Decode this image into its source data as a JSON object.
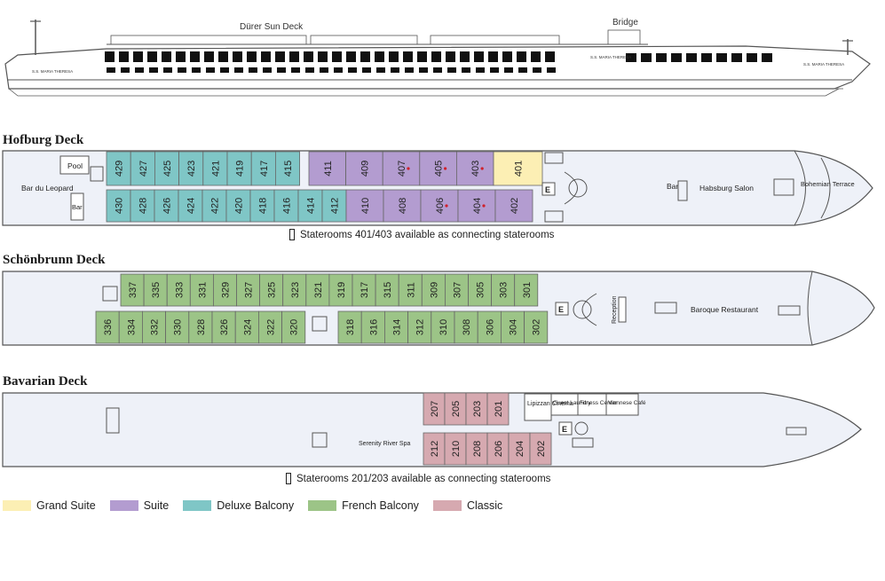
{
  "colors": {
    "grand_suite": "#fcefb4",
    "suite": "#b39cd0",
    "deluxe_balcony": "#7fc6c6",
    "french_balcony": "#9cc487",
    "classic": "#d6a9b0",
    "hull": "#eef1f8",
    "outline": "#5a5a5a"
  },
  "profile": {
    "sun_deck_label": "Dürer Sun Deck",
    "bridge_label": "Bridge",
    "ship_name_bow": "S.S. MARIA THERESA",
    "ship_name_mid": "S.S. MARIA THERESA",
    "ship_name_stern": "S.S. MARIA THERESA"
  },
  "hofburg": {
    "title": "Hofburg Deck",
    "pool": "Pool",
    "bar_du_leopard": "Bar du Leopard",
    "bar_left": "Bar",
    "bar_right": "Bar",
    "habsburg_salon": "Habsburg Salon",
    "bohemian_terrace": "Bohemian Terrace",
    "elevator": "E",
    "top_rooms": [
      {
        "n": "429",
        "c": "deluxe_balcony"
      },
      {
        "n": "427",
        "c": "deluxe_balcony"
      },
      {
        "n": "425",
        "c": "deluxe_balcony"
      },
      {
        "n": "423",
        "c": "deluxe_balcony"
      },
      {
        "n": "421",
        "c": "deluxe_balcony"
      },
      {
        "n": "419",
        "c": "deluxe_balcony"
      },
      {
        "n": "417",
        "c": "deluxe_balcony"
      },
      {
        "n": "415",
        "c": "deluxe_balcony"
      },
      {
        "n": "411",
        "c": "suite"
      },
      {
        "n": "409",
        "c": "suite"
      },
      {
        "n": "407",
        "c": "suite",
        "dot": true
      },
      {
        "n": "405",
        "c": "suite",
        "dot": true
      },
      {
        "n": "403",
        "c": "suite",
        "dot": true
      },
      {
        "n": "401",
        "c": "grand_suite"
      }
    ],
    "bottom_rooms": [
      {
        "n": "430",
        "c": "deluxe_balcony"
      },
      {
        "n": "428",
        "c": "deluxe_balcony"
      },
      {
        "n": "426",
        "c": "deluxe_balcony"
      },
      {
        "n": "424",
        "c": "deluxe_balcony"
      },
      {
        "n": "422",
        "c": "deluxe_balcony"
      },
      {
        "n": "420",
        "c": "deluxe_balcony"
      },
      {
        "n": "418",
        "c": "deluxe_balcony"
      },
      {
        "n": "416",
        "c": "deluxe_balcony"
      },
      {
        "n": "414",
        "c": "deluxe_balcony"
      },
      {
        "n": "412",
        "c": "deluxe_balcony"
      },
      {
        "n": "410",
        "c": "suite"
      },
      {
        "n": "408",
        "c": "suite"
      },
      {
        "n": "406",
        "c": "suite",
        "dot": true
      },
      {
        "n": "404",
        "c": "suite",
        "dot": true
      },
      {
        "n": "402",
        "c": "suite"
      }
    ],
    "note": "Staterooms 401/403 available as connecting staterooms"
  },
  "schonbrunn": {
    "title": "Schönbrunn Deck",
    "reception": "Reception",
    "baroque_restaurant": "Baroque Restaurant",
    "elevator": "E",
    "top_rooms": [
      "337",
      "335",
      "333",
      "331",
      "329",
      "327",
      "325",
      "323",
      "321",
      "319",
      "317",
      "315",
      "311",
      "309",
      "307",
      "305",
      "303",
      "301"
    ],
    "bottom_rooms_a": [
      "336",
      "334",
      "332",
      "330",
      "328",
      "326",
      "324",
      "322",
      "320"
    ],
    "bottom_rooms_b": [
      "318",
      "316",
      "314",
      "312",
      "310",
      "308",
      "306",
      "304",
      "302"
    ]
  },
  "bavarian": {
    "title": "Bavarian Deck",
    "lipizzan_cinema": "Lipizzan Cinema",
    "guest_laundry": "Guest Laundry",
    "fitness_center": "Fitness Center",
    "viennese_cafe": "Viennese Café",
    "serenity_spa": "Serenity River Spa",
    "elevator": "E",
    "top_rooms": [
      "207",
      "205",
      "203",
      "201"
    ],
    "bottom_rooms": [
      "212",
      "210",
      "208",
      "206",
      "204",
      "202"
    ],
    "note": "Staterooms 201/203 available as connecting staterooms"
  },
  "legend": [
    {
      "label": "Grand Suite",
      "c": "grand_suite"
    },
    {
      "label": "Suite",
      "c": "suite"
    },
    {
      "label": "Deluxe Balcony",
      "c": "deluxe_balcony"
    },
    {
      "label": "French Balcony",
      "c": "french_balcony"
    },
    {
      "label": "Classic",
      "c": "classic"
    }
  ]
}
